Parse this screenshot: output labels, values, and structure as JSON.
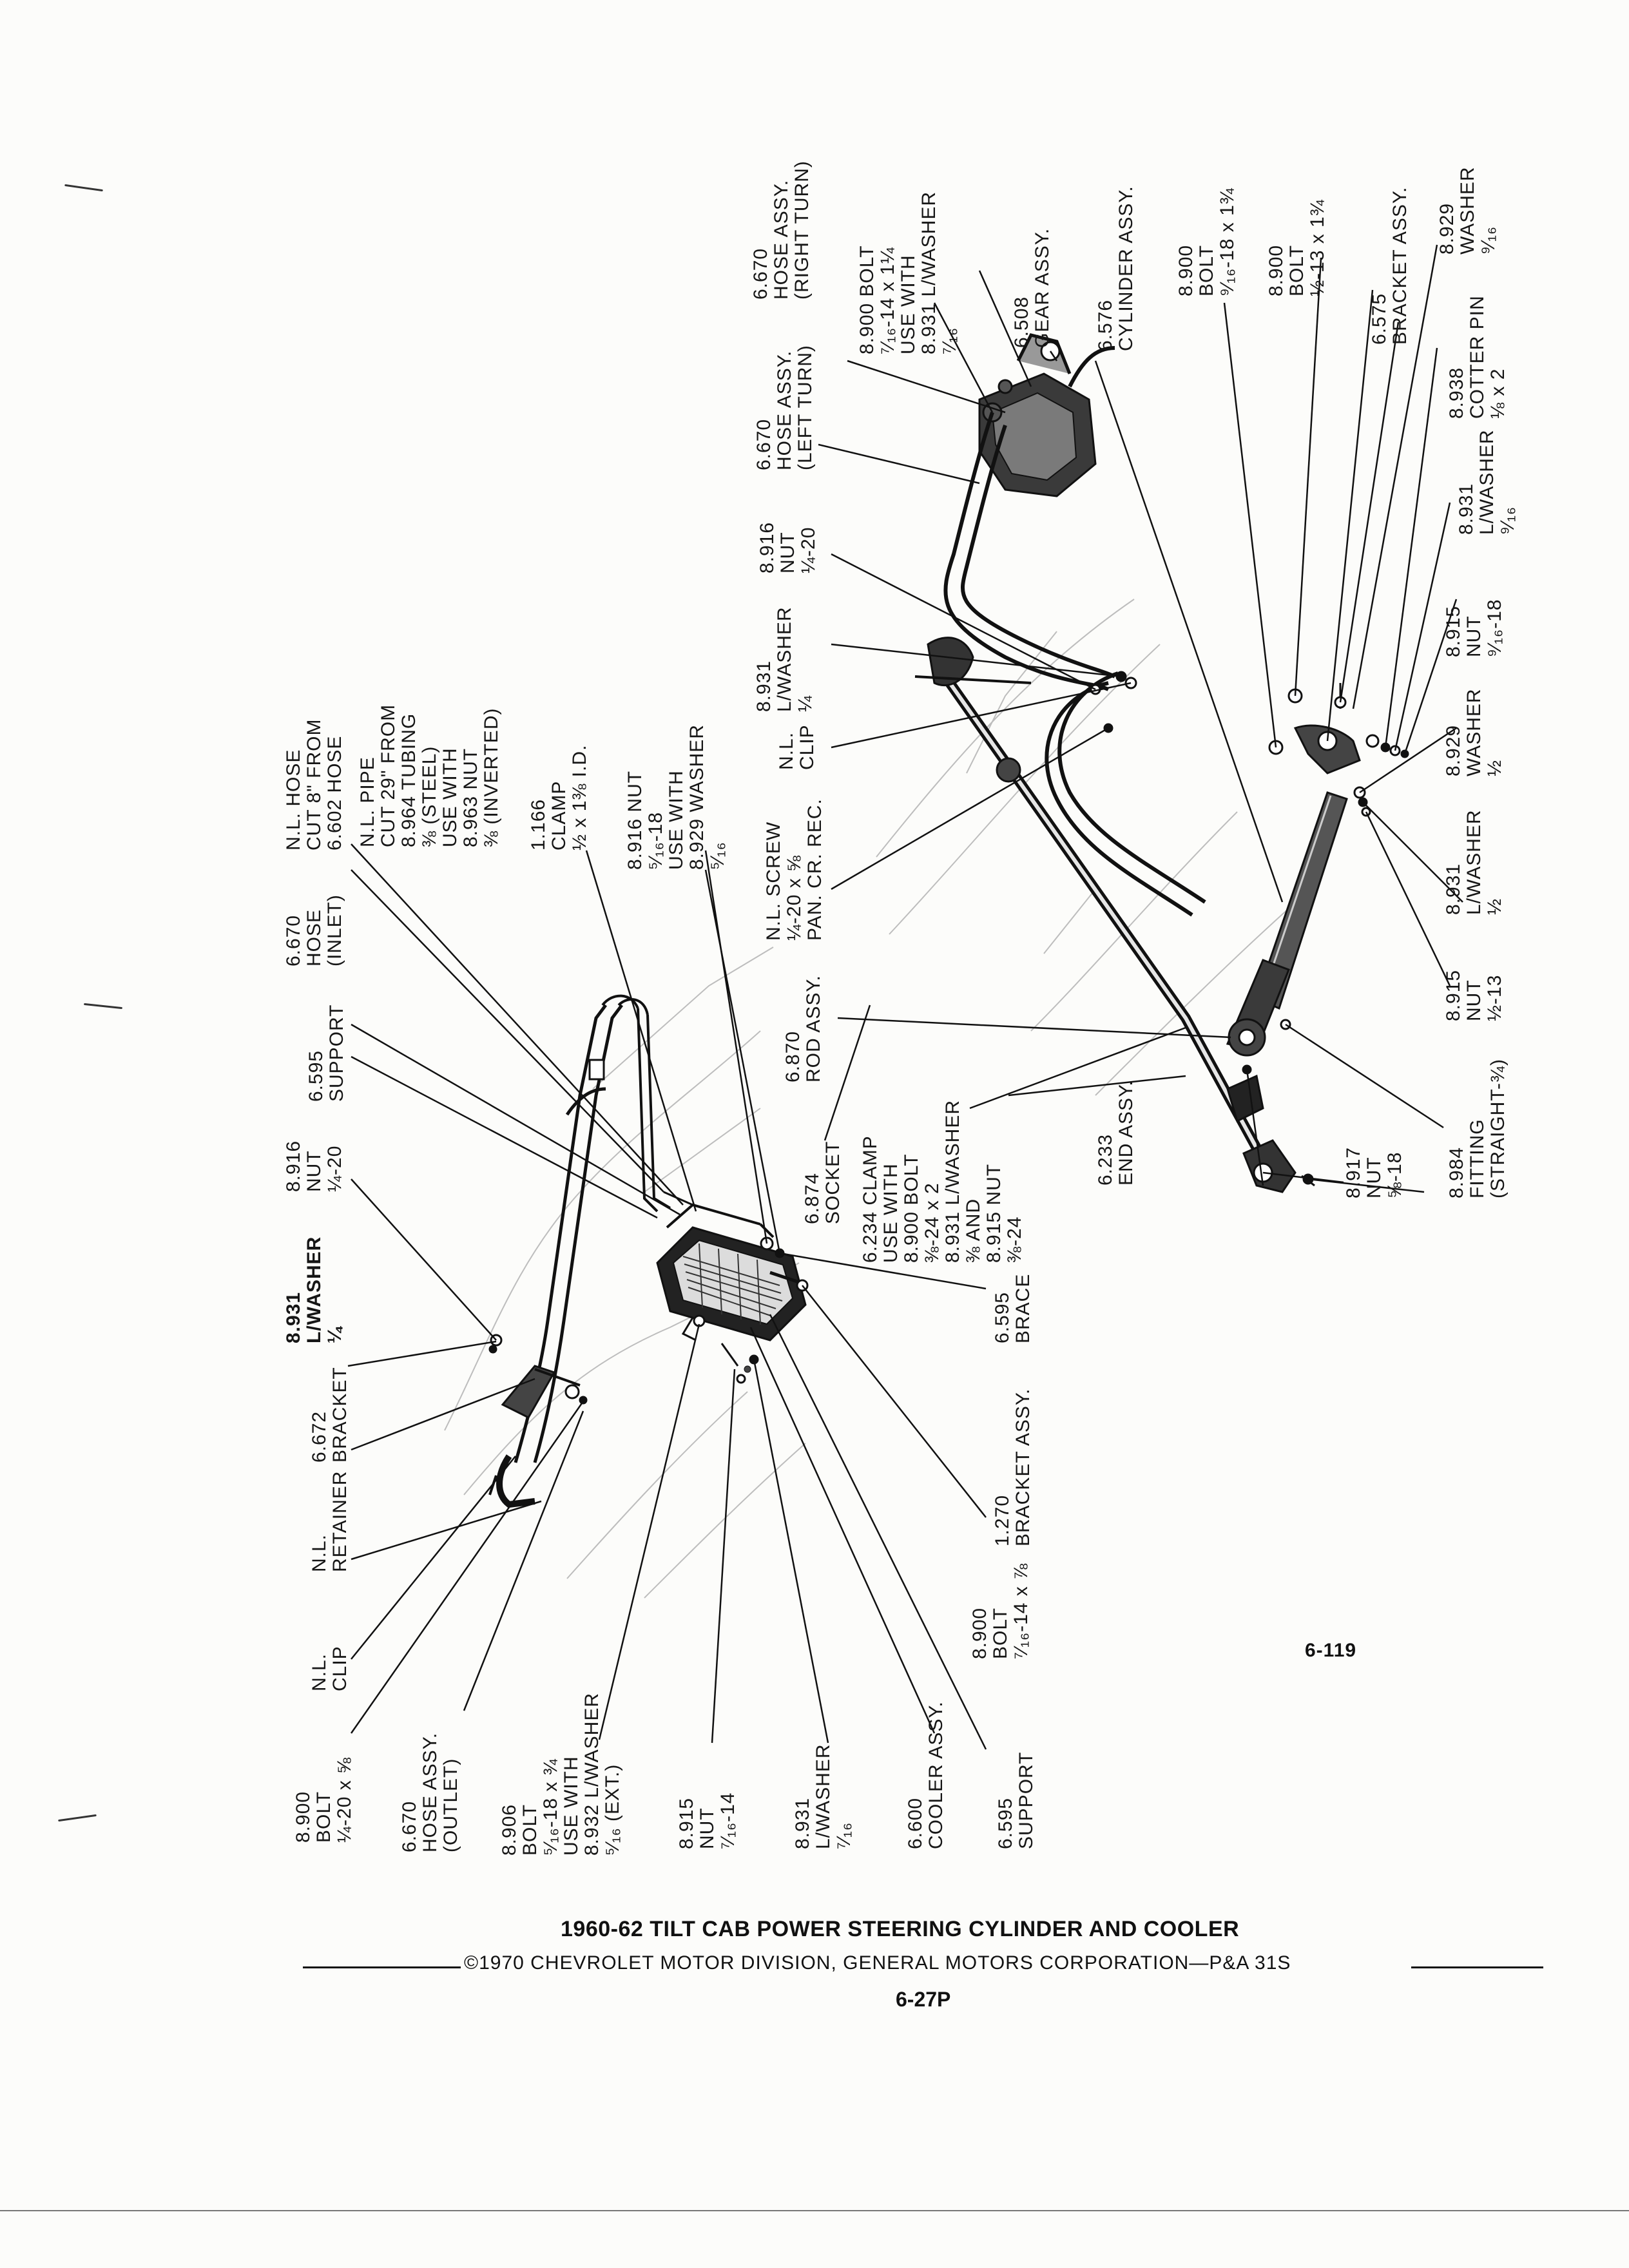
{
  "page": {
    "caption": "1960-62 TILT CAB POWER STEERING CYLINDER AND COOLER",
    "copyright": "©1970 CHEVROLET MOTOR DIVISION, GENERAL MOTORS CORPORATION—P&A 31S",
    "page_number": "6-27P",
    "figure_number": "6-119"
  },
  "callouts": [
    {
      "id": "c01",
      "text": "8.900\nBOLT\n¼-20 x ⅝"
    },
    {
      "id": "c02",
      "text": "6.670\nHOSE ASSY.\n(OUTLET)"
    },
    {
      "id": "c03",
      "text": "8.906\nBOLT\n⁵⁄₁₆-18 x ¾\nUSE WITH\n8.932 L/WASHER\n⁵⁄₁₆ (EXT.)"
    },
    {
      "id": "c04",
      "text": "8.915\nNUT\n⁷⁄₁₆-14"
    },
    {
      "id": "c05",
      "text": "8.931\nL/WASHER\n⁷⁄₁₆"
    },
    {
      "id": "c06",
      "text": "6.600\nCOOLER ASSY."
    },
    {
      "id": "c07",
      "text": "6.595\nSUPPORT"
    },
    {
      "id": "c08",
      "text": "N.L.\nCLIP"
    },
    {
      "id": "c09",
      "text": "N.L.\nRETAINER"
    },
    {
      "id": "c10",
      "text": "6.672\nBRACKET"
    },
    {
      "id": "c11",
      "text": "8.931\nL/WASHER\n¼"
    },
    {
      "id": "c12",
      "text": "8.916\nNUT\n¼-20"
    },
    {
      "id": "c13",
      "text": "6.595\nSUPPORT"
    },
    {
      "id": "c14",
      "text": "6.670\nHOSE\n(INLET)"
    },
    {
      "id": "c15",
      "text": "N.L. HOSE\nCUT 8\" FROM\n6.602 HOSE"
    },
    {
      "id": "c16",
      "text": "N.L. PIPE\nCUT 29\" FROM\n8.964 TUBING\n⅜ (STEEL)\nUSE WITH\n8.963 NUT\n⅜ (INVERTED)"
    },
    {
      "id": "c17",
      "text": "1.166\nCLAMP\n½ x 1⅜ I.D."
    },
    {
      "id": "c18",
      "text": "8.916 NUT\n⁵⁄₁₆-18\nUSE WITH\n8.929 WASHER\n⁵⁄₁₆"
    },
    {
      "id": "c19",
      "text": "8.900\nBOLT\n⁷⁄₁₆-14 x ⅞"
    },
    {
      "id": "c20",
      "text": "1.270\nBRACKET ASSY."
    },
    {
      "id": "c21",
      "text": "6.595\nBRACE"
    },
    {
      "id": "c22",
      "text": "6.234 CLAMP\nUSE WITH\n8.900 BOLT\n⅜-24 x 2\n8.931 L/WASHER\n⅜ AND\n8.915 NUT\n⅜-24"
    },
    {
      "id": "c23",
      "text": "6.874\nSOCKET"
    },
    {
      "id": "c24",
      "text": "6.870\nROD ASSY."
    },
    {
      "id": "c25",
      "text": "N.L. SCREW\n¼-20 x ⅝\nPAN. CR. REC."
    },
    {
      "id": "c26",
      "text": "N.L.\nCLIP"
    },
    {
      "id": "c27",
      "text": "8.931\nL/WASHER\n¼"
    },
    {
      "id": "c28",
      "text": "8.916\nNUT\n¼-20"
    },
    {
      "id": "c29",
      "text": "6.670\nHOSE ASSY.\n(LEFT TURN)"
    },
    {
      "id": "c30",
      "text": "6.670\nHOSE ASSY.\n(RIGHT TURN)"
    },
    {
      "id": "c31",
      "text": "8.900 BOLT\n⁷⁄₁₆-14 x 1¼\nUSE WITH\n8.931 L/WASHER\n⁷⁄₁₆"
    },
    {
      "id": "c32",
      "text": "6.508\nGEAR ASSY."
    },
    {
      "id": "c33",
      "text": "6.576\nCYLINDER ASSY."
    },
    {
      "id": "c34",
      "text": "8.900\nBOLT\n⁹⁄₁₆-18 x 1¾"
    },
    {
      "id": "c35",
      "text": "8.900\nBOLT\n½-13 x 1¾"
    },
    {
      "id": "c36",
      "text": "6.575\nBRACKET ASSY."
    },
    {
      "id": "c37",
      "text": "8.929\nWASHER\n⁹⁄₁₆"
    },
    {
      "id": "c38",
      "text": "8.938\nCOTTER PIN\n⅛ x 2"
    },
    {
      "id": "c39",
      "text": "8.931\nL/WASHER\n⁹⁄₁₆"
    },
    {
      "id": "c40",
      "text": "8.915\nNUT\n⁹⁄₁₆-18"
    },
    {
      "id": "c41",
      "text": "8.929\nWASHER\n½"
    },
    {
      "id": "c42",
      "text": "8.931\nL/WASHER\n½"
    },
    {
      "id": "c43",
      "text": "8.915\nNUT\n½-13"
    },
    {
      "id": "c44",
      "text": "8.984\nFITTING\n(STRAIGHT-¾)"
    },
    {
      "id": "c45",
      "text": "8.917\nNUT\n⅝-18"
    },
    {
      "id": "c46",
      "text": "6.233\nEND ASSY."
    }
  ]
}
